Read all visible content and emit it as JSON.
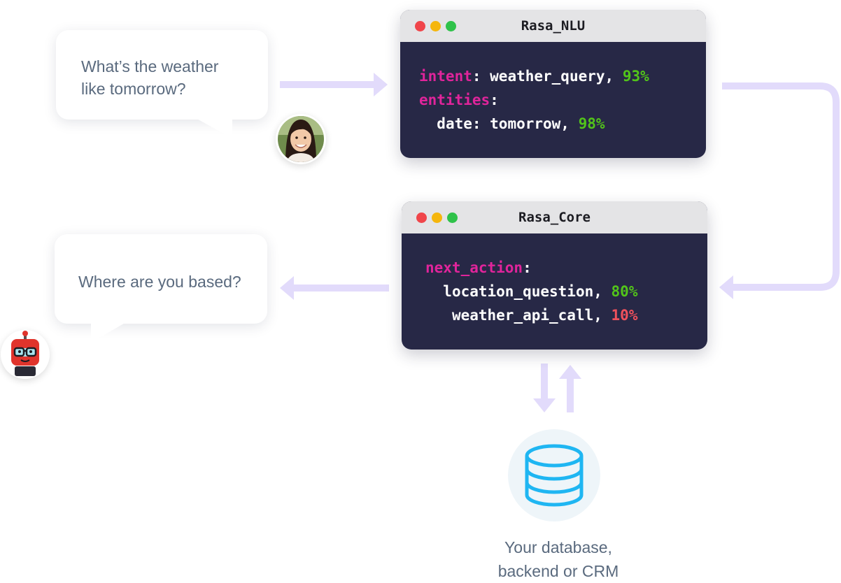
{
  "user_message": {
    "line1": "What’s the weather",
    "line2": "like tomorrow?"
  },
  "bot_message": {
    "text": "Where are you based?"
  },
  "nlu_window": {
    "title": "Rasa_NLU",
    "intent_key": "intent",
    "intent_value": "weather_query,",
    "intent_confidence": "93%",
    "entities_key": "entities",
    "entity_line": "date: tomorrow,",
    "entity_confidence": "98%"
  },
  "core_window": {
    "title": "Rasa_Core",
    "next_action_key": "next_action",
    "action1": "location_question,",
    "action1_confidence": "80%",
    "action2": "weather_api_call,",
    "action2_confidence": "10%"
  },
  "database": {
    "caption_line1": "Your database,",
    "caption_line2": "backend or CRM",
    "icon": "database-icon"
  },
  "colors": {
    "arrow": "#e2dbfb",
    "terminal_bg": "#272846",
    "keyword": "#e0249b",
    "confidence_high": "#52c41a",
    "confidence_low": "#f0515c",
    "db_icon": "#1fb6f2",
    "text_gray": "#5a6a7e"
  }
}
